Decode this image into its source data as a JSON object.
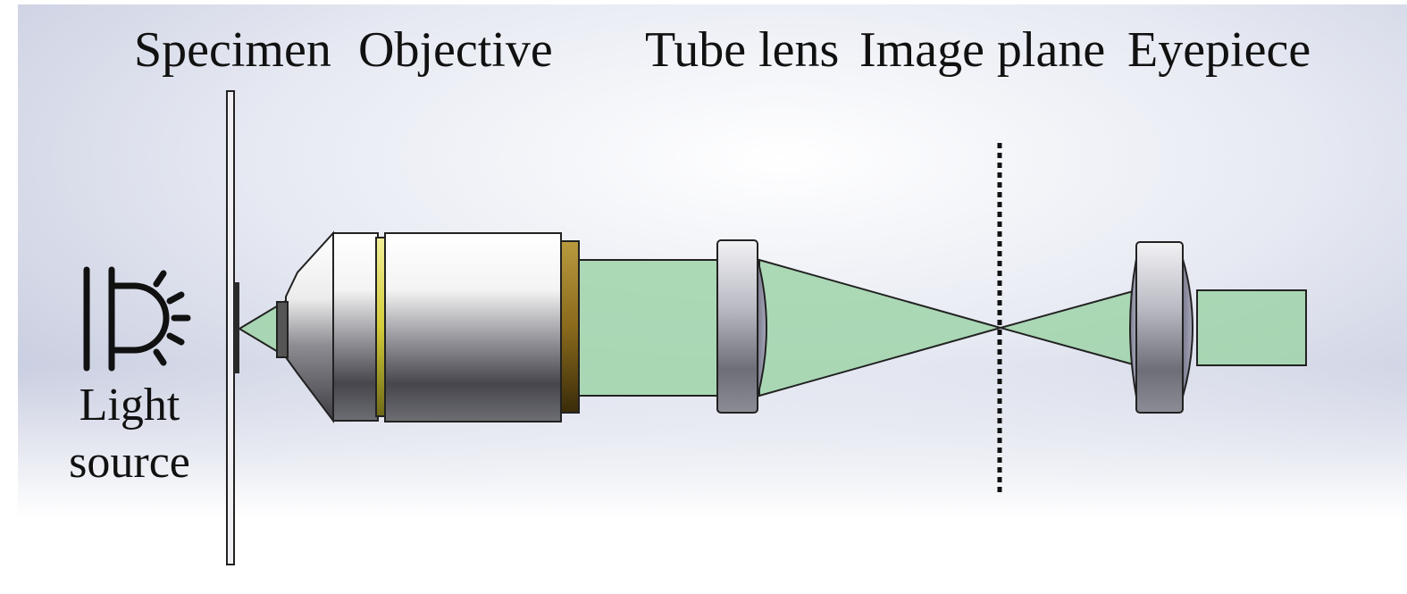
{
  "labels": {
    "specimen": "Specimen",
    "objective": "Objective",
    "tube_lens": "Tube lens",
    "image_plane": "Image plane",
    "eyepiece": "Eyepiece",
    "light_source_line1": "Light",
    "light_source_line2": "source"
  },
  "colors": {
    "beam": "#9fd3a9",
    "beam_edge": "#222222",
    "lens_glass": "#9a9aa8",
    "objective_body": "#d8d8d8",
    "objective_ring_yellow": "#d9d24a",
    "objective_ring_bronze": "#8a6a1c",
    "background_tint": "#d3d7e6",
    "outline": "#222222"
  },
  "icons": [
    "light-bulb-icon"
  ]
}
